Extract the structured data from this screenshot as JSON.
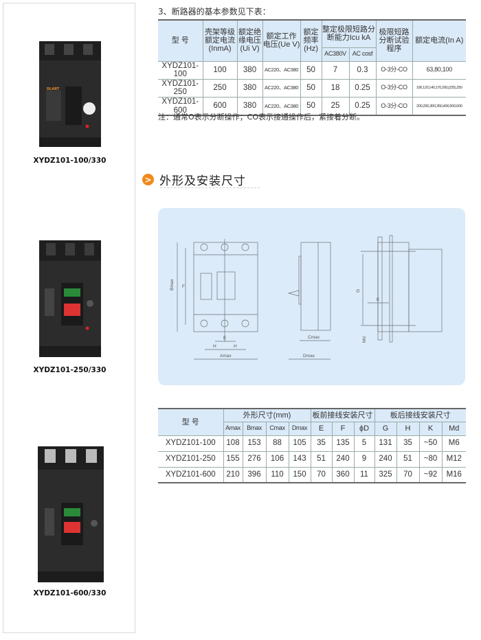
{
  "products": [
    {
      "caption": "XYDZ101-100/330",
      "brand": "DLART"
    },
    {
      "caption": "XYDZ101-250/330"
    },
    {
      "caption": "XYDZ101-600/330"
    }
  ],
  "params": {
    "title": "3、断路器的基本参数见下表：",
    "headers": {
      "model": "型 号",
      "frame": "壳架等级额定电流(InmA)",
      "insulation": "额定绝缘电压(Ui V)",
      "working": "额定工作电压(Ue V)",
      "freq": "额定频率(Hz)",
      "breaking": "整定极限短路分断能力Icu kA",
      "ac380": "AC380V",
      "cosf": "AC cosf",
      "test": "极限短路分断试验程序",
      "current": "额定电流(In A)"
    },
    "rows": [
      [
        "XYDZ101-100",
        "100",
        "380",
        "AC220、AC380",
        "50",
        "7",
        "0.3",
        "O-3分-CO",
        "63,80,100"
      ],
      [
        "XYDZ101-250",
        "250",
        "380",
        "AC220、AC380",
        "50",
        "18",
        "0.25",
        "O-3分-CO",
        "100,120,140,170,200,(225),250"
      ],
      [
        "XYDZ101-600",
        "600",
        "380",
        "AC220、AC380",
        "50",
        "25",
        "0.25",
        "O-3分-CO",
        "200,250,300,350,400,500,600"
      ]
    ],
    "note": "注：通常O表示分断操作；CO表示接通操作后，紧接着分断。"
  },
  "section": {
    "icon": ">",
    "title": "外形及安装尺寸"
  },
  "diagram": {
    "labels": {
      "bmax": "Bmax",
      "f": "F",
      "e": "E",
      "h": "H",
      "amax": "Amax",
      "cmax": "Cmax",
      "dmax": "Dmax",
      "g": "G",
      "k": "K",
      "md": "Md"
    }
  },
  "dims": {
    "headers": {
      "model": "型 号",
      "outer": "外形尺寸(mm)",
      "front": "板前接线安装尺寸",
      "rear": "板后接线安装尺寸"
    },
    "sub": [
      "Amax",
      "Bmax",
      "Cmax",
      "Dmax",
      "E",
      "F",
      "ϕD",
      "G",
      "H",
      "K",
      "Md"
    ],
    "rows": [
      [
        "XYDZ101-100",
        "108",
        "153",
        "88",
        "105",
        "35",
        "135",
        "5",
        "131",
        "35",
        "~50",
        "M6"
      ],
      [
        "XYDZ101-250",
        "155",
        "276",
        "106",
        "143",
        "51",
        "240",
        "9",
        "240",
        "51",
        "~80",
        "M12"
      ],
      [
        "XYDZ101-600",
        "210",
        "396",
        "110",
        "150",
        "70",
        "360",
        "11",
        "325",
        "70",
        "~92",
        "M16"
      ]
    ]
  }
}
